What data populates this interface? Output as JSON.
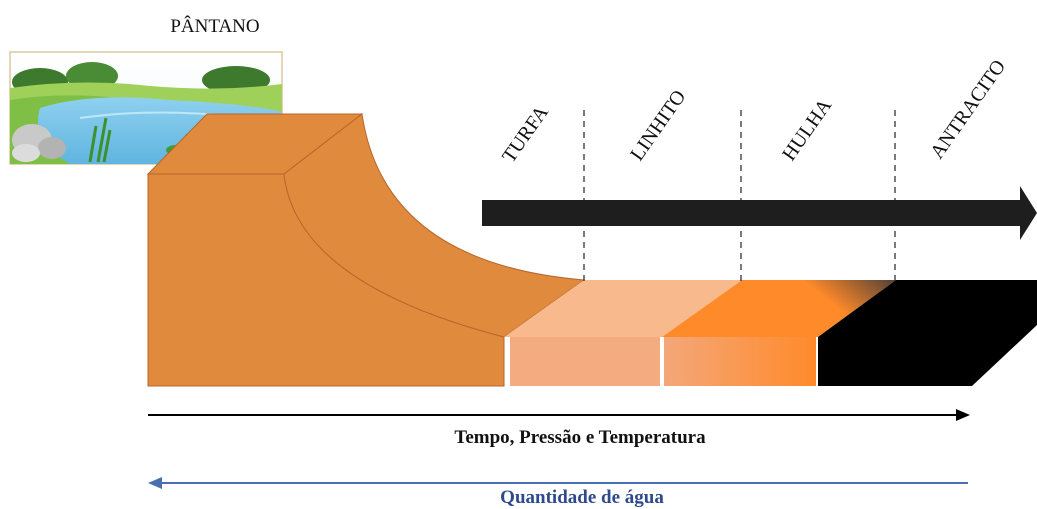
{
  "diagram": {
    "source_label": "PÂNTANO",
    "stages": [
      {
        "label": "TURFA"
      },
      {
        "label": "LINHITO"
      },
      {
        "label": "HULHA"
      },
      {
        "label": "ANTRACITO"
      }
    ],
    "axis_forward_label": "Tempo, Pressão e Temperatura",
    "axis_backward_label": "Quantidade de água"
  },
  "colors": {
    "swamp_block": "#e08a3e",
    "swamp_block_edge": "#b8652a",
    "peat": "#f8b98c",
    "lignite": "#f5a070",
    "lignite_hot": "#ff8a2a",
    "coal_dark": "#2a2f38",
    "anthracite": "#000000",
    "process_arrow": "#1e1e1e",
    "forward_axis": "#000000",
    "backward_axis": "#4a6fb0",
    "backward_text": "#2e4a8c",
    "text": "#111111"
  },
  "icons": {
    "swamp_illustration": "swamp-pond-icon"
  }
}
